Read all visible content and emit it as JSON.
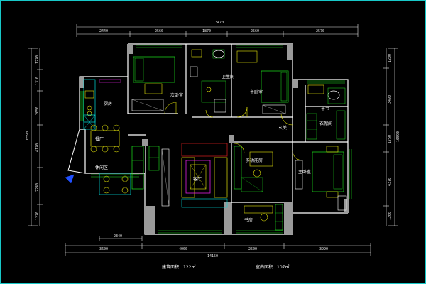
{
  "drawing": {
    "colors": {
      "background": "#000000",
      "frame": "#18c8c8",
      "wall": "#ffffff",
      "wall_fill": "#9a9a9a",
      "dimension": "#e8e8e8",
      "furniture_yellow": "#e6e60a",
      "furniture_green": "#1ee61e",
      "furniture_cyan": "#00e0e0",
      "furniture_magenta": "#e020e0",
      "furniture_red": "#e02020",
      "furniture_blue": "#2050ff"
    },
    "top_dimensions": {
      "overall": "13470",
      "segments": [
        "2440",
        "2560",
        "1870",
        "2560",
        "2570"
      ]
    },
    "bottom_dimensions": {
      "overall": "14150",
      "segments": [
        "3600",
        "4000",
        "2500",
        "3990"
      ],
      "sub": "2340"
    },
    "left_dimensions": {
      "overall": "10590",
      "segments": [
        "1270",
        "1310",
        "2050",
        "4170",
        "2240",
        "1270"
      ]
    },
    "right_dimensions": {
      "overall": "10590",
      "segments": [
        "1200",
        "3490",
        "1750",
        "4370",
        "1260"
      ]
    },
    "rooms": [
      {
        "key": "kitchen",
        "label": "厨房"
      },
      {
        "key": "bath1",
        "label": "卫生间"
      },
      {
        "key": "bath2",
        "label": "主卫"
      },
      {
        "key": "bed2",
        "label": "次卧室"
      },
      {
        "key": "bed1",
        "label": "主卧室"
      },
      {
        "key": "master",
        "label": "主卧室"
      },
      {
        "key": "cloak",
        "label": "衣帽间"
      },
      {
        "key": "dining",
        "label": "餐厅"
      },
      {
        "key": "living",
        "label": "客厅"
      },
      {
        "key": "multi",
        "label": "多功能房"
      },
      {
        "key": "study",
        "label": "书房"
      },
      {
        "key": "leisure",
        "label": "休闲区"
      },
      {
        "key": "entry",
        "label": "玄关"
      }
    ],
    "area_labels": {
      "building": "建筑面积：122㎡",
      "interior": "室内面积：107㎡"
    }
  }
}
